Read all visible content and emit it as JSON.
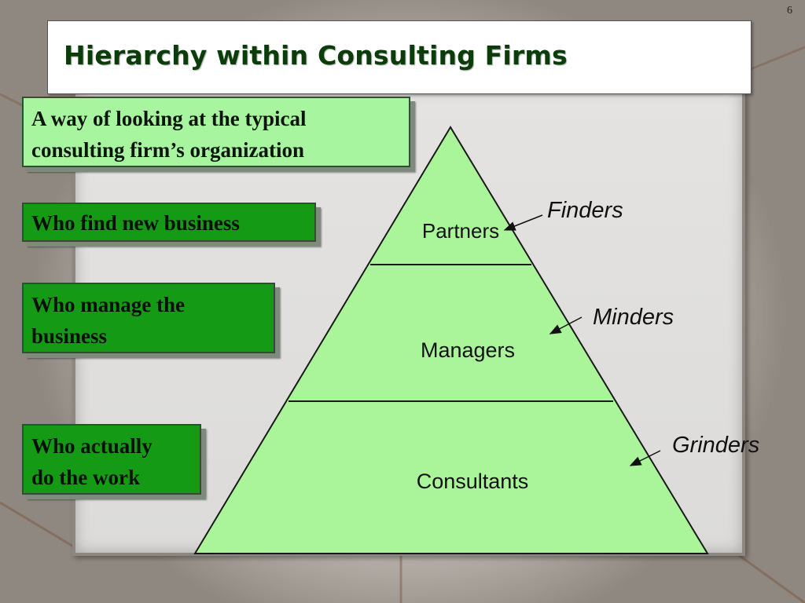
{
  "slide": {
    "page_number": "6",
    "title": "Hierarchy within Consulting Firms"
  },
  "notes": {
    "intro": [
      "A way of looking at the typical",
      "consulting firm’s organization"
    ],
    "find": [
      "Who find new business"
    ],
    "manage": [
      "Who manage the",
      "business"
    ],
    "work": [
      "Who actually",
      "do the work"
    ]
  },
  "pyramid": {
    "levels": [
      {
        "label": "Partners",
        "role": "Finders"
      },
      {
        "label": "Managers",
        "role": "Minders"
      },
      {
        "label": "Consultants",
        "role": "Grinders"
      }
    ],
    "fill_color": "#aaf59a",
    "stroke_color": "#1a1a1a"
  },
  "colors": {
    "title_text": "#0a3d0a",
    "note_light": "#a8f5a0",
    "note_dark": "#149a14"
  }
}
